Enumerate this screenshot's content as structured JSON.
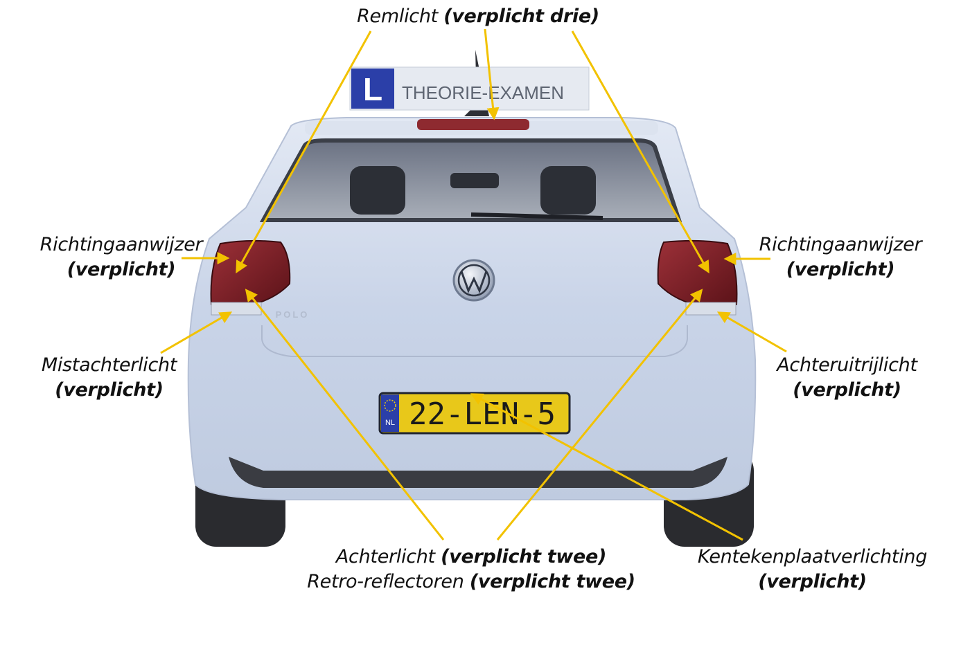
{
  "roof_sign": {
    "letter": "L",
    "text": "THEORIE-EXAMEN"
  },
  "badge": {
    "model": "POLO"
  },
  "license_plate": {
    "country": "NL",
    "number": "22-LEN-5"
  },
  "colors": {
    "annotation": "#F2C200",
    "car_body": "#D6DEEC",
    "sign_blue": "#2B3FA8",
    "plate_yellow": "#E8C81A",
    "light_red": "#7A1E26"
  },
  "labels": {
    "brake_light": {
      "name": "Remlicht",
      "req": "(verplicht drie)"
    },
    "indicator_left": {
      "name": "Richtingaanwijzer",
      "req": "(verplicht)"
    },
    "indicator_right": {
      "name": "Richtingaanwijzer",
      "req": "(verplicht)"
    },
    "fog_light": {
      "name": "Mistachterlicht",
      "req": "(verplicht)"
    },
    "reverse_light": {
      "name": "Achteruitrijlicht",
      "req": "(verplicht)"
    },
    "rear_light": {
      "name": "Achterlicht",
      "req": "(verplicht twee)"
    },
    "reflectors": {
      "name": "Retro-reflectoren",
      "req": "(verplicht twee)"
    },
    "plate_light": {
      "name": "Kentekenplaatverlichting",
      "req": "(verplicht)"
    }
  }
}
